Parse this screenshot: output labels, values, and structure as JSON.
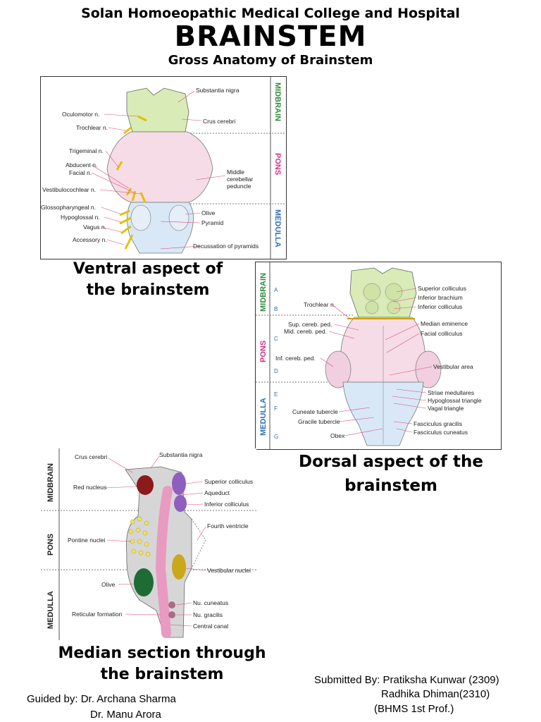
{
  "header": {
    "college": "Solan Homoeopathic Medical College and Hospital",
    "title": "BRAINSTEM",
    "subtitle": "Gross Anatomy of Brainstem"
  },
  "colors": {
    "midbrain": "#2e8b3a",
    "pons": "#d6308a",
    "medulla": "#2f6fb5"
  },
  "ventral": {
    "caption_line1": "Ventral aspect of",
    "caption_line2": "the brainstem",
    "regions": [
      "MIDBRAIN",
      "PONS",
      "MEDULLA"
    ],
    "left_labels": [
      "Oculomotor n.",
      "Trochlear n.",
      "Trigeminal n.",
      "Abducent n.",
      "Facial n.",
      "Vestibulocochlear n.",
      "Glossopharyngeal n.",
      "Hypoglossal n.",
      "Vagus n.",
      "Accessory n."
    ],
    "right_labels": [
      "Substantia nigra",
      "Crus cerebri",
      "Middle",
      "cerebellar",
      "peduncle",
      "Olive",
      "Pyramid",
      "Decussation of pyramids"
    ]
  },
  "dorsal": {
    "caption_line1": "Dorsal aspect of the",
    "caption_line2": "brainstem",
    "regions": [
      "MIDBRAIN",
      "PONS",
      "MEDULLA"
    ],
    "section_markers": [
      "A",
      "B",
      "C",
      "D",
      "E",
      "F",
      "G"
    ],
    "left_labels": [
      "Trochlear n.",
      "Sup. cereb. ped.",
      "Mid. cereb. ped.",
      "Inf. cereb. ped.",
      "Cuneate tubercle",
      "Gracile tubercle",
      "Obex"
    ],
    "right_labels": [
      "Superior colliculus",
      "Inferior brachium",
      "Inferior colliculus",
      "Median eminence",
      "Facial colliculus",
      "Vestibular area",
      "Striae medullares",
      "Hypoglossal triangle",
      "Vagal triangle",
      "Fasciculus gracilis",
      "Fasciculus cuneatus"
    ]
  },
  "median": {
    "caption_line1": "Median section through",
    "caption_line2": "the brainstem",
    "regions": [
      "MIDBRAIN",
      "PONS",
      "MEDULLA"
    ],
    "left_labels": [
      "Crus cerebri",
      "Red nucleus",
      "Pontine nuclei",
      "Olive",
      "Reticular formation"
    ],
    "right_labels": [
      "Substantia nigra",
      "Superior colliculus",
      "Aqueduct",
      "Inferior colliculus",
      "Fourth ventricle",
      "Vestibular nuclei",
      "Nu. cuneatus",
      "Nu. gracilis",
      "Central canal"
    ]
  },
  "footer": {
    "guided_line1": "Guided by: Dr. Archana Sharma",
    "guided_line2": "Dr. Manu Arora",
    "submitted_line1": "Submitted By: Pratiksha Kunwar (2309)",
    "submitted_line2": "Radhika Dhiman(2310)",
    "submitted_line3": "(BHMS 1st Prof.)"
  }
}
